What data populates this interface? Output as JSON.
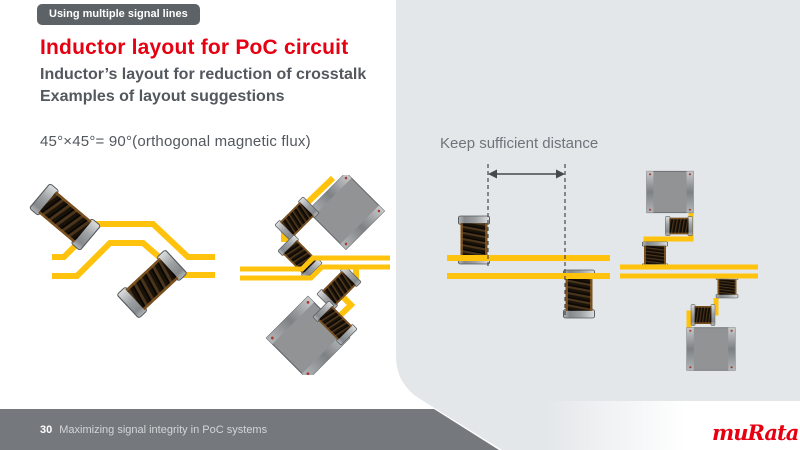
{
  "slide": {
    "badge": "Using multiple signal lines",
    "title": "Inductor layout for PoC circuit",
    "subtitle_line1": "Inductor’s layout for reduction of crosstalk",
    "subtitle_line2": "Examples of layout suggestions",
    "formula": "45°×45°= 90°(orthogonal magnetic flux)",
    "distance_caption": "Keep sufficient distance",
    "footer": {
      "page_number": "30",
      "title": "Maximizing signal integrity in PoC systems",
      "logo_text": "muRata"
    }
  },
  "colors": {
    "brand_red": "#E60012",
    "trace_yellow": "#FFC30D",
    "panel_gray": "#E4E7E9",
    "footer_bar_gray": "#75797E",
    "badge_gray": "#5C6266",
    "body_text": "#53585E",
    "muted_text": "#6E747B",
    "guide_line": "#45494E"
  }
}
